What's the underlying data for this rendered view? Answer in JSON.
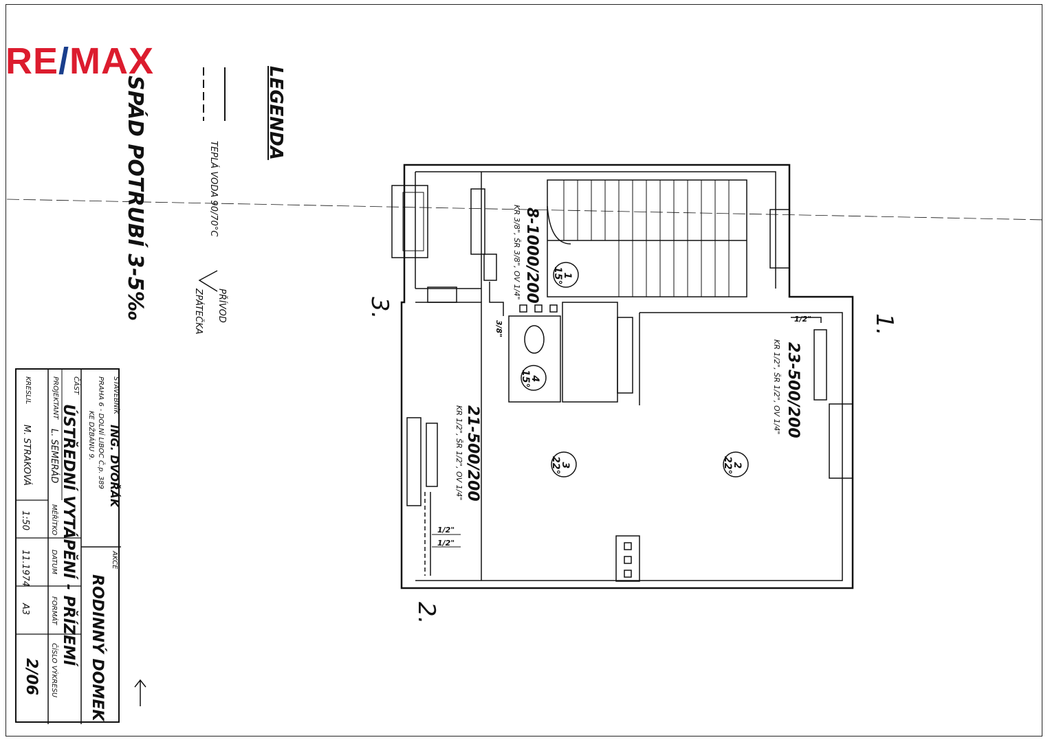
{
  "logo": {
    "text_a": "RE",
    "slash": "/",
    "text_b": "MAX"
  },
  "legend": {
    "title": "LEGENDA",
    "line1_label": "TEPLÁ VODA 90/70°C",
    "supply": "PŘÍVOD",
    "return": "ZPÁTEČKA"
  },
  "slope": "SPÁD POTRUBÍ 3-5‰",
  "external_labels": {
    "one": "1.",
    "two": "2.",
    "three": "3."
  },
  "radiators": [
    {
      "name": "8-1000/200",
      "spec": "KR 3/8\", ŠR 3/8\", OV 1/4\""
    },
    {
      "name": "23-500/200",
      "spec": "KR 1/2\", ŠR 1/2\", OV 1/4\""
    },
    {
      "name": "21-500/200",
      "spec": "KR 1/2\", ŠR 1/2\", OV 1/4\""
    }
  ],
  "rooms": [
    {
      "num": "1",
      "temp": "15°"
    },
    {
      "num": "2",
      "temp": "22°"
    },
    {
      "num": "3",
      "temp": "22°"
    },
    {
      "num": "4",
      "temp": "15°"
    }
  ],
  "pipe_sizes": {
    "a": "1/2\"",
    "b": "1/2\"",
    "c": "1/2\"",
    "d": "3/8\""
  },
  "title_block": {
    "stavebnik_label": "STAVEBNÍK",
    "stavebnik_name": "ING. DVOŘÁK",
    "address1": "PRAHA 6 - DOLNÍ LIBOC Č.p. 389",
    "address2": "KE DŽBÁNU 9.",
    "akce_label": "AKCE",
    "akce": "RODINNÝ DOMEK",
    "cast_label": "ČÁST",
    "cast": "ÚSTŘEDNÍ VYTÁPĚNÍ - PŘÍZEMÍ",
    "projektant_label": "PROJEKTANT",
    "projektant": "L. SEMERÁD",
    "kreslil_label": "KRESLIL",
    "kreslil": "M. STRAKOVÁ",
    "meritko_label": "MĚŘÍTKO",
    "meritko": "1:50",
    "datum_label": "DATUM",
    "datum": "11.1974",
    "format_label": "FORMÁT",
    "format": "A3",
    "cislo_label": "ČÍSLO VÝKRESU",
    "cislo": "2/06"
  }
}
